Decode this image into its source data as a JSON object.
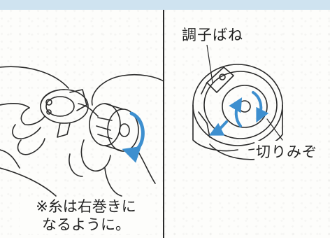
{
  "labels": {
    "tension_spring": "調子ばね",
    "notch": "切りみぞ"
  },
  "caption": {
    "line1": "※糸は右巻きに",
    "line2": "なるように。"
  },
  "colors": {
    "top_band": "#cfe3f0",
    "line": "#2a2a2a",
    "arrow_blue": "#3d8fcf"
  },
  "icons": {
    "arrow": "clockwise-arrow-icon"
  }
}
